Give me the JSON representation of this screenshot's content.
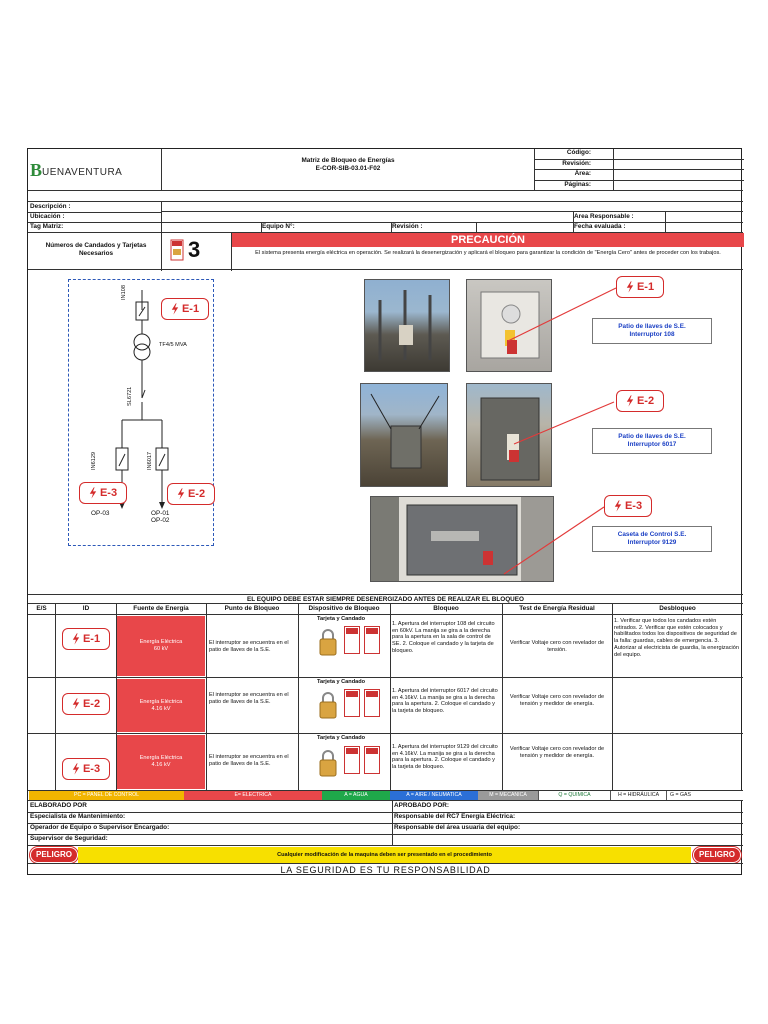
{
  "header": {
    "logo_text": "UENAVENTURA",
    "logo_initial": "B",
    "title_line1": "Matriz de Bloqueo de Energías",
    "title_line2": "E-COR-SIB-03.01-F02",
    "codigo_label": "Código:",
    "revision_label": "Revisión:",
    "area_label": "Área:",
    "paginas_label": "Páginas:"
  },
  "info": {
    "descripcion_label": "Descripción :",
    "ubicacion_label": "Ubicación :",
    "tag_label": "Tag Matriz:",
    "equipo_label": "Equipo N°:",
    "revision_label": "Revisión :",
    "area_resp_label": "Area Responsable :",
    "fecha_label": "Fecha evaluada :",
    "candados_label": "Números de Candados y Tarjetas Necesarios",
    "candados_count": "3",
    "precaucion_title": "PRECAUCIÓN",
    "precaucion_text": "El sistema presenta energía eléctrica en operación. Se realizará la desenergización y aplicará el bloqueo para garantizar la condición de \"Energía Cero\" antes de proceder con los trabajos."
  },
  "diagram": {
    "in108": "IN108",
    "transformer": "TF4/5 MVA",
    "sl6721": "SL6721",
    "in6129": "IN6129",
    "in6017": "IN6017",
    "op03": "OP-03",
    "op01": "OP-01",
    "op02": "OP-02",
    "e1": "E-1",
    "e2": "E-2",
    "e3": "E-3"
  },
  "callouts": [
    {
      "tag": "E-1",
      "line1": "Patio de llaves de S.E.",
      "line2": "Interruptor 108"
    },
    {
      "tag": "E-2",
      "line1": "Patio de llaves de S.E.",
      "line2": "Interruptor 6017"
    },
    {
      "tag": "E-3",
      "line1": "Caseta de Control S.E.",
      "line2": "Interruptor 9129"
    }
  ],
  "table": {
    "banner": "EL EQUIPO DEBE ESTAR SIEMPRE DESENERGIZADO ANTES DE REALIZAR EL BLOQUEO",
    "headers": [
      "E/S",
      "ID",
      "Fuente de Energía",
      "Punto de Bloqueo",
      "Dispositivo de Bloqueo",
      "Bloqueo",
      "Test de Energía Residual",
      "Desbloqueo"
    ],
    "device_label": "Tarjeta y Candado",
    "rows": [
      {
        "id": "E-1",
        "fuente1": "Energía Eléctrica",
        "fuente2": "60 kV",
        "punto": "El interruptor se encuentra en el patio de llaves de la S.E.",
        "bloqueo": "1. Apertura del interruptor 108 del circuito en 60kV. La manija se gira a la derecha para la apertura en la sala de control de SE. 2. Coloque el candado y la tarjeta de bloqueo.",
        "test": "Verificar Voltaje cero con revelador de tensión.",
        "desbloqueo": "1. Verificar que todos los candados estén retirados. 2. Verificar que estén colocados y habilitados todos los dispositivos de seguridad de la falla: guardas, cables de emergencia. 3. Autorizar al electricista de guardia, la energización del equipo."
      },
      {
        "id": "E-2",
        "fuente1": "Energía Eléctrica",
        "fuente2": "4.16 kV",
        "punto": "El interruptor se encuentra en el patio de llaves de la S.E.",
        "bloqueo": "1. Apertura del interruptor 6017 del circuito en 4.16kV. La manija se gira a la derecha para la apertura. 2. Coloque el candado y la tarjeta de bloqueo.",
        "test": "Verificar Voltaje cero con revelador de tensión y medidor de energía.",
        "desbloqueo": ""
      },
      {
        "id": "E-3",
        "fuente1": "Energía Eléctrica",
        "fuente2": "4.16 kV",
        "punto": "El interruptor se encuentra en el patio de llaves de la S.E.",
        "bloqueo": "1. Apertura del interruptor 9129 del circuito en 4.16kV. La manija se gira a la derecha para la apertura. 2. Coloque el candado y la tarjeta de bloqueo.",
        "test": "Verificar Voltaje cero con revelador de tensión y medidor de energía.",
        "desbloqueo": ""
      }
    ]
  },
  "legend": [
    {
      "text": "PC = PANEL DE CONTROL",
      "color": "#f2b500"
    },
    {
      "text": "E= ELECTRICA",
      "color": "#e8474a"
    },
    {
      "text": "A = AGUA",
      "color": "#1fa84a"
    },
    {
      "text": "A = AIRE / NEUMATICA",
      "color": "#2b6fd6"
    },
    {
      "text": "M = MECANICA",
      "color": "#9a9a9a"
    },
    {
      "text": "Q = QUIMICA",
      "color": "#ffffff"
    },
    {
      "text": "H = HIDRÁULICA",
      "color": "#ffffff"
    },
    {
      "text": "G = GAS",
      "color": "#ffffff"
    }
  ],
  "signatures": {
    "elaborado": "ELABORADO POR",
    "aprobado": "APROBADO POR:",
    "especialista": "Especialista de Mantenimiento:",
    "responsable_rc7": "Responsable del RC7 Energía Eléctrica:",
    "operador": "Operador de Equipo o Supervisor Encargado:",
    "responsable_area": "Responsable del área usuaria del equipo:",
    "supervisor": "Supervisor de Seguridad:"
  },
  "footer": {
    "peligro": "PELIGRO",
    "warning": "Cualquier modificación de la maquina deben ser presentado en el procedimiento",
    "slogan": "LA SEGURIDAD ES TU RESPONSABILIDAD"
  }
}
